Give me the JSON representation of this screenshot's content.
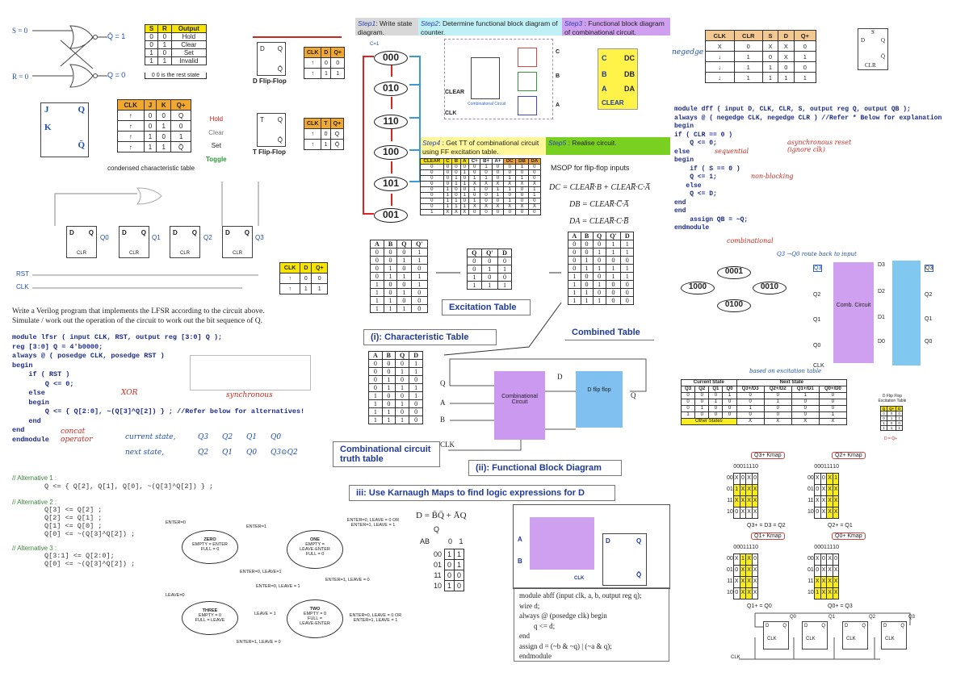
{
  "sr_latch": {
    "s_label": "S = 0",
    "r_label": "R = 0",
    "qbar_label": "Q̄ = 1",
    "q_label": "Q = 0"
  },
  "sr_table": {
    "headers": [
      "S",
      "R",
      "Output"
    ],
    "rows": [
      [
        "0",
        "0",
        "Hold"
      ],
      [
        "0",
        "1",
        "Clear"
      ],
      [
        "1",
        "0",
        "Set"
      ],
      [
        "1",
        "1",
        "Invalid"
      ]
    ],
    "note": "0 0 is the rest state"
  },
  "d_ff": {
    "label": "D Flip-Flop",
    "pin_d": "D",
    "pin_q": "Q",
    "pin_qbar": "Q̄",
    "table": {
      "headers": [
        "CLK",
        "D",
        "Q+"
      ],
      "rows": [
        [
          "↑",
          "0",
          "0"
        ],
        [
          "↑",
          "1",
          "1"
        ]
      ]
    }
  },
  "t_ff": {
    "label": "T Flip-Flop",
    "pin_t": "T",
    "pin_q": "Q",
    "pin_qbar": "Q̄",
    "table": {
      "headers": [
        "CLK",
        "T",
        "Q+"
      ],
      "rows": [
        [
          "↑",
          "0",
          "Q"
        ],
        [
          "↑",
          "1",
          "Q̄"
        ]
      ]
    }
  },
  "jk_ff": {
    "pin_j": "J",
    "pin_k": "K",
    "pin_q": "Q",
    "pin_qbar": "Q̄",
    "table": {
      "headers": [
        "CLK",
        "J",
        "K",
        "Q+"
      ],
      "rows": [
        [
          "↑",
          "0",
          "0",
          "Q"
        ],
        [
          "↑",
          "0",
          "1",
          "0"
        ],
        [
          "↑",
          "1",
          "0",
          "1"
        ],
        [
          "↑",
          "1",
          "1",
          "Q̄"
        ]
      ]
    },
    "notes": [
      "Hold",
      "Clear",
      "Set",
      "Toggle"
    ],
    "caption": "condensed characteristic table"
  },
  "lfsr_circuit": {
    "outputs": [
      "Q0",
      "Q1",
      "Q2",
      "Q3"
    ],
    "pin_d": "D",
    "pin_q": "Q",
    "pin_clr": "CLR",
    "rst": "RST",
    "clk": "CLK",
    "table": {
      "headers": [
        "CLK",
        "D",
        "Q+"
      ],
      "rows": [
        [
          "↑",
          "0",
          "0"
        ],
        [
          "↑",
          "1",
          "1"
        ]
      ]
    }
  },
  "lfsr_prompt": [
    "Write a Verilog program that implements the LFSR according to the circuit above.",
    "Simulate / work out the operation of the circuit to work out the bit sequence of Q."
  ],
  "lfsr_code": [
    "module lfsr ( input CLK, RST, output reg [3:0] Q );",
    "reg [3:0] Q = 4'b0000;",
    "always @ ( posedge CLK, posedge RST )",
    "begin",
    "    if ( RST )",
    "        Q <= 0;",
    "    else",
    "    begin",
    "        Q <= { Q[2:0], ~(Q[3]^Q[2]) } ; //Refer below for alternatives!",
    "    end",
    "end",
    "endmodule"
  ],
  "lfsr_notes": {
    "xor": "XOR",
    "concat": "concat operator",
    "current": "current state,",
    "next": "next state,",
    "sync": "synchronous",
    "cur_vals": [
      "Q3",
      "Q2",
      "Q1",
      "Q0"
    ],
    "next_vals": [
      "Q2",
      "Q1",
      "Q0",
      "Q3⊙Q2"
    ]
  },
  "alternatives": [
    {
      "title": "// Alternative 1 :",
      "lines": [
        "Q <= { Q[2], Q[1], Q[0], ~(Q[3]^Q[2]) } ;"
      ]
    },
    {
      "title": "// Alternative 2 :",
      "lines": [
        "Q[3] <= Q[2] ;",
        "Q[2] <= Q[1] ;",
        "Q[1] <= Q[0] ;",
        "Q[0] <= ~(Q[3]^Q[2]) ;"
      ]
    },
    {
      "title": "// Alternative 3 :",
      "lines": [
        "Q[3:1] <= Q[2:0];",
        "Q[0] <= ~(Q[3]^Q[2]) ;"
      ]
    }
  ],
  "fsm": {
    "states": [
      {
        "name": "ZERO",
        "lines": [
          "EMPTY = ENTER",
          "FULL = 0"
        ]
      },
      {
        "name": "ONE",
        "lines": [
          "EMPTY =",
          "LEAVE·ENTER",
          "FULL = 0"
        ]
      },
      {
        "name": "TWO",
        "lines": [
          "EMPTY = 0",
          "FULL =",
          "LEAVE·ENTER"
        ]
      },
      {
        "name": "THREE",
        "lines": [
          "EMPTY = 0",
          "FULL = LEAVE"
        ]
      }
    ],
    "edges": [
      "ENTER=0",
      "ENTER=1",
      "ENTER=0, LEAVE=1",
      "ENTER=0, LEAVE = 0 OR ENTER=1, LEAVE = 1",
      "ENTER=0, LEAVE = 1",
      "ENTER=1, LEAVE = 0",
      "ENTER=0, LEAVE = 0 OR ENTER=1, LEAVE = 1",
      "LEAVE = 1",
      "ENTER=1, LEAVE = 0",
      "LEAVE=0"
    ]
  },
  "steps": {
    "s1": {
      "tag": "Step1",
      "text": ": Write state diagram."
    },
    "s2": {
      "tag": "Step2",
      "text": ": Determine functional block diagram of counter."
    },
    "s3": {
      "tag": "Step3",
      "text": " : Functional block diagram of combinational circuit."
    },
    "s4": {
      "tag": "Step4",
      "text": " : Get TT of combinational circuit using FF excitation table."
    },
    "s5": {
      "tag": "Step5",
      "text": " : Realise circuit."
    }
  },
  "counter": {
    "states": [
      "000",
      "010",
      "110",
      "100",
      "101",
      "001"
    ],
    "c_label": "C=1",
    "clear": "CLEAR",
    "clk": "CLK",
    "comb": "Combinational Circuit",
    "outs": [
      "C",
      "B",
      "A"
    ]
  },
  "block3": {
    "inputs": [
      "C",
      "B",
      "A",
      "CLEAR"
    ],
    "outputs": [
      "DC",
      "DB",
      "DA"
    ]
  },
  "step4_table": {
    "headers": [
      "CLEAR",
      "C",
      "B",
      "A",
      "C+",
      "B+",
      "A+",
      "DC",
      "DB",
      "DA"
    ],
    "rows": [
      [
        "0",
        "0",
        "0",
        "0",
        "0",
        "1",
        "0",
        "0",
        "1",
        "0"
      ],
      [
        "0",
        "0",
        "0",
        "1",
        "0",
        "0",
        "0",
        "0",
        "0",
        "0"
      ],
      [
        "0",
        "0",
        "1",
        "0",
        "1",
        "1",
        "0",
        "1",
        "1",
        "0"
      ],
      [
        "0",
        "0",
        "1",
        "1",
        "X",
        "X",
        "X",
        "X",
        "X",
        "X"
      ],
      [
        "0",
        "1",
        "0",
        "0",
        "1",
        "0",
        "1",
        "1",
        "0",
        "1"
      ],
      [
        "0",
        "1",
        "0",
        "1",
        "0",
        "0",
        "1",
        "0",
        "0",
        "1"
      ],
      [
        "0",
        "1",
        "1",
        "0",
        "1",
        "0",
        "0",
        "1",
        "0",
        "0"
      ],
      [
        "0",
        "1",
        "1",
        "1",
        "X",
        "X",
        "X",
        "X",
        "X",
        "X"
      ],
      [
        "1",
        "X",
        "X",
        "X",
        "0",
        "0",
        "0",
        "0",
        "0",
        "0"
      ]
    ]
  },
  "msop": {
    "title": "MSOP for flip-flop inputs",
    "eqs": [
      "DC = CLEAR̅·B + CLEAR̅·C·A̅",
      "DB = CLEAR̅·C̅·A̅",
      "DA = CLEAR̅·C·B̅"
    ]
  },
  "char_table": {
    "headers": [
      "A",
      "B",
      "Q",
      "Q'"
    ],
    "rows": [
      [
        "0",
        "0",
        "0",
        "1"
      ],
      [
        "0",
        "0",
        "1",
        "1"
      ],
      [
        "0",
        "1",
        "0",
        "0"
      ],
      [
        "0",
        "1",
        "1",
        "1"
      ],
      [
        "1",
        "0",
        "0",
        "1"
      ],
      [
        "1",
        "0",
        "1",
        "0"
      ],
      [
        "1",
        "1",
        "0",
        "0"
      ],
      [
        "1",
        "1",
        "1",
        "0"
      ]
    ],
    "caption": "(i): Characteristic Table"
  },
  "exc_table": {
    "headers": [
      "Q",
      "Q'",
      "D"
    ],
    "rows": [
      [
        "0",
        "0",
        "0"
      ],
      [
        "0",
        "1",
        "1"
      ],
      [
        "1",
        "0",
        "0"
      ],
      [
        "1",
        "1",
        "1"
      ]
    ],
    "caption": "Excitation Table"
  },
  "comb_table": {
    "headers": [
      "A",
      "B",
      "Q",
      "Q'",
      "D"
    ],
    "rows": [
      [
        "0",
        "0",
        "0",
        "1",
        "1"
      ],
      [
        "0",
        "0",
        "1",
        "1",
        "1"
      ],
      [
        "0",
        "1",
        "0",
        "0",
        "0"
      ],
      [
        "0",
        "1",
        "1",
        "1",
        "1"
      ],
      [
        "1",
        "0",
        "0",
        "1",
        "1"
      ],
      [
        "1",
        "0",
        "1",
        "0",
        "0"
      ],
      [
        "1",
        "1",
        "0",
        "0",
        "0"
      ],
      [
        "1",
        "1",
        "1",
        "0",
        "0"
      ]
    ],
    "caption": "Combined Table"
  },
  "truth_table": {
    "headers": [
      "A",
      "B",
      "Q",
      "D"
    ],
    "rows": [
      [
        "0",
        "0",
        "0",
        "1"
      ],
      [
        "0",
        "0",
        "1",
        "1"
      ],
      [
        "0",
        "1",
        "0",
        "0"
      ],
      [
        "0",
        "1",
        "1",
        "1"
      ],
      [
        "1",
        "0",
        "0",
        "1"
      ],
      [
        "1",
        "0",
        "1",
        "0"
      ],
      [
        "1",
        "1",
        "0",
        "0"
      ],
      [
        "1",
        "1",
        "1",
        "0"
      ]
    ],
    "caption": "Combinational circuit truth table"
  },
  "fbd": {
    "inputs": [
      "Q",
      "A",
      "B"
    ],
    "clk": "CLK",
    "comb": "Combinational Circuit",
    "d": "D",
    "dff": "D flip flop",
    "q": "Q",
    "caption": "(ii): Functional Block Diagram"
  },
  "kmap_title": "iii: Use Karnaugh Maps to find logic expressions for D",
  "kmap_d": {
    "eq": "D = B̄Q̄ + ĀQ",
    "var_q": "Q",
    "var_ab": "AB",
    "cols": [
      "0",
      "1"
    ],
    "rows": [
      "00",
      "01",
      "11",
      "10"
    ],
    "cells": [
      [
        "1",
        "1"
      ],
      [
        "0",
        "1"
      ],
      [
        "0",
        "0"
      ],
      [
        "1",
        "0"
      ]
    ]
  },
  "abff": {
    "a": "A",
    "b": "B",
    "clk": "CLK",
    "d": "D",
    "q": "Q",
    "qbar": "Q̄",
    "code": [
      "module abff (input clk, a, b, output reg q);",
      "wire d;",
      "always @ (posedge clk) begin",
      "        q <= d;",
      "end",
      "assign d = (~b & ~q) | (~a & q);",
      "endmodule"
    ]
  },
  "dff_table": {
    "headers": [
      "CLK",
      "CLR",
      "S",
      "D",
      "Q+"
    ],
    "rows": [
      [
        "X",
        "0",
        "X",
        "X",
        "0"
      ],
      [
        "↓",
        "1",
        "0",
        "X",
        "1"
      ],
      [
        "↓",
        "1",
        "1",
        "0",
        "0"
      ],
      [
        "↓",
        "1",
        "1",
        "1",
        "1"
      ]
    ],
    "note": "negedge"
  },
  "dff_symbol": {
    "s": "S",
    "d": "D",
    "q": "Q",
    "qbar": "Q̄",
    "clr": "CLR"
  },
  "dff_code": [
    "module dff ( input D, CLK, CLR, S, output reg Q, output QB );",
    "always @ ( negedge CLK, negedge CLR ) //Refer * Below for explanation",
    "begin",
    "if ( CLR == 0 )",
    "    Q <= 0;",
    "else",
    "begin",
    "    if ( S == 0 )",
    "    Q <= 1;",
    "   else",
    "    Q <= D;",
    "end",
    "end",
    "",
    "    assign QB = ~Q;",
    "",
    "endmodule"
  ],
  "dff_notes": {
    "async": "asynchronous reset (ignore clk)",
    "seq": "sequential",
    "nonblock": "non-blocking",
    "comb": "combinational"
  },
  "ring": {
    "states": [
      "0001",
      "0010",
      "0100",
      "1000"
    ],
    "note": "Q3 →Q0  route back to input"
  },
  "ring_circuit": {
    "inputs": [
      "Q3",
      "Q2",
      "Q1",
      "Q0"
    ],
    "outputs": [
      "D3",
      "D2",
      "D1",
      "D0"
    ],
    "qouts": [
      "Q3",
      "Q2",
      "Q1",
      "Q0"
    ],
    "comb": "Comb. Circuit",
    "clk": "CLK",
    "note": "based on excitation table"
  },
  "state_table": {
    "group_cur": "Current State",
    "group_next": "Next State",
    "headers": [
      "Q3",
      "Q2",
      "Q1",
      "Q0",
      "Q3+/D3",
      "Q2+/D2",
      "Q1+/D1",
      "Q0+/D0"
    ],
    "rows": [
      [
        "0",
        "0",
        "0",
        "1",
        "0",
        "0",
        "1",
        "0"
      ],
      [
        "0",
        "0",
        "1",
        "0",
        "0",
        "1",
        "0",
        "0"
      ],
      [
        "0",
        "1",
        "0",
        "0",
        "1",
        "0",
        "0",
        "0"
      ],
      [
        "1",
        "0",
        "0",
        "0",
        "0",
        "0",
        "0",
        "1"
      ]
    ],
    "other": "Other States",
    "other_vals": [
      "X",
      "X",
      "X",
      "X"
    ]
  },
  "d_exc": {
    "title": "D Flip Flop Excitation Table",
    "headers": [
      "Q",
      "Q+",
      "D"
    ],
    "rows": [
      [
        "0",
        "0",
        "0"
      ],
      [
        "0",
        "1",
        "1"
      ],
      [
        "1",
        "0",
        "0"
      ],
      [
        "1",
        "1",
        "1"
      ]
    ],
    "eq": "D = Q+"
  },
  "kmaps": [
    {
      "title": "Q3+ Kmap",
      "cols": [
        "00",
        "01",
        "11",
        "10"
      ],
      "rows": [
        "00",
        "01",
        "11",
        "10"
      ],
      "cells": [
        [
          "X",
          "0",
          "X",
          "0"
        ],
        [
          "1",
          "X",
          "X",
          "X"
        ],
        [
          "X",
          "X",
          "X",
          "X"
        ],
        [
          "0",
          "X",
          "X",
          "X"
        ]
      ],
      "hl_rows": [
        1,
        2
      ],
      "hl_cols": [],
      "eq": "Q3+ = D3 = Q2"
    },
    {
      "title": "Q2+ Kmap",
      "cols": [
        "00",
        "01",
        "11",
        "10"
      ],
      "rows": [
        "00",
        "01",
        "11",
        "10"
      ],
      "cells": [
        [
          "X",
          "0",
          "X",
          "1"
        ],
        [
          "0",
          "X",
          "X",
          "X"
        ],
        [
          "X",
          "X",
          "X",
          "X"
        ],
        [
          "0",
          "X",
          "X",
          "X"
        ]
      ],
      "hl_rows": [],
      "hl_cols": [
        2,
        3
      ],
      "eq": "Q2+ = Q1"
    },
    {
      "title": "Q1+ Kmap",
      "cols": [
        "00",
        "01",
        "11",
        "10"
      ],
      "rows": [
        "00",
        "01",
        "11",
        "10"
      ],
      "cells": [
        [
          "X",
          "1",
          "X",
          "0"
        ],
        [
          "0",
          "X",
          "X",
          "X"
        ],
        [
          "X",
          "X",
          "X",
          "X"
        ],
        [
          "0",
          "X",
          "X",
          "X"
        ]
      ],
      "hl_rows": [],
      "hl_cols": [
        1,
        2
      ],
      "eq": "Q1+ = Q0"
    },
    {
      "title": "Q0+ Kmap",
      "cols": [
        "00",
        "01",
        "11",
        "10"
      ],
      "rows": [
        "00",
        "01",
        "11",
        "10"
      ],
      "cells": [
        [
          "X",
          "0",
          "X",
          "0"
        ],
        [
          "0",
          "X",
          "X",
          "X"
        ],
        [
          "X",
          "X",
          "X",
          "X"
        ],
        [
          "1",
          "X",
          "X",
          "X"
        ]
      ],
      "hl_rows": [
        2,
        3
      ],
      "hl_cols": [],
      "eq": "Q0+ = Q3"
    }
  ],
  "shift_reg": {
    "outs": [
      "Q0",
      "Q1",
      "Q2",
      "Q3"
    ],
    "pin_d": "D",
    "pin_q": "Q",
    "pin_clk": "CLK",
    "clk": "CLK"
  }
}
